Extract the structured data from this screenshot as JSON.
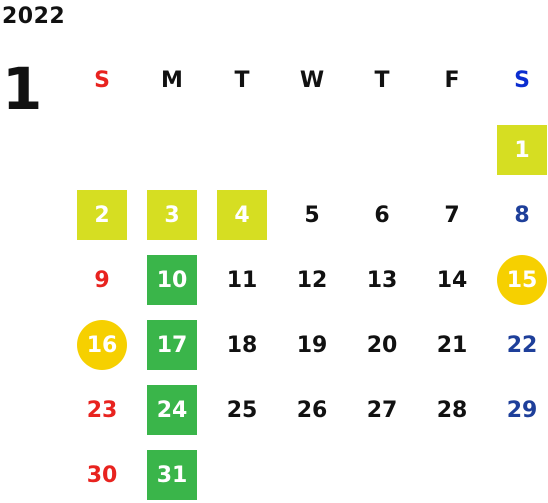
{
  "calendar": {
    "year": "2022",
    "month": "1",
    "weekdays": [
      "S",
      "M",
      "T",
      "W",
      "T",
      "F",
      "S"
    ],
    "colors": {
      "sunday": "#e8231f",
      "saturday_header": "#0b2dd0",
      "saturday": "#1e3f9a",
      "weekday": "#111111",
      "holiday_square": "#d6de22",
      "green_square": "#3ab54a",
      "yellow_circle": "#f6d000",
      "highlight_text": "#ffffff"
    },
    "days": [
      {
        "d": "1",
        "dow": 6,
        "week": 0,
        "style": "holiday_square"
      },
      {
        "d": "2",
        "dow": 0,
        "week": 1,
        "style": "holiday_square"
      },
      {
        "d": "3",
        "dow": 1,
        "week": 1,
        "style": "holiday_square"
      },
      {
        "d": "4",
        "dow": 2,
        "week": 1,
        "style": "holiday_square"
      },
      {
        "d": "5",
        "dow": 3,
        "week": 1,
        "style": "normal"
      },
      {
        "d": "6",
        "dow": 4,
        "week": 1,
        "style": "normal"
      },
      {
        "d": "7",
        "dow": 5,
        "week": 1,
        "style": "normal"
      },
      {
        "d": "8",
        "dow": 6,
        "week": 1,
        "style": "normal"
      },
      {
        "d": "9",
        "dow": 0,
        "week": 2,
        "style": "normal"
      },
      {
        "d": "10",
        "dow": 1,
        "week": 2,
        "style": "green_square"
      },
      {
        "d": "11",
        "dow": 2,
        "week": 2,
        "style": "normal"
      },
      {
        "d": "12",
        "dow": 3,
        "week": 2,
        "style": "normal"
      },
      {
        "d": "13",
        "dow": 4,
        "week": 2,
        "style": "normal"
      },
      {
        "d": "14",
        "dow": 5,
        "week": 2,
        "style": "normal"
      },
      {
        "d": "15",
        "dow": 6,
        "week": 2,
        "style": "yellow_circle"
      },
      {
        "d": "16",
        "dow": 0,
        "week": 3,
        "style": "yellow_circle"
      },
      {
        "d": "17",
        "dow": 1,
        "week": 3,
        "style": "green_square"
      },
      {
        "d": "18",
        "dow": 2,
        "week": 3,
        "style": "normal"
      },
      {
        "d": "19",
        "dow": 3,
        "week": 3,
        "style": "normal"
      },
      {
        "d": "20",
        "dow": 4,
        "week": 3,
        "style": "normal"
      },
      {
        "d": "21",
        "dow": 5,
        "week": 3,
        "style": "normal"
      },
      {
        "d": "22",
        "dow": 6,
        "week": 3,
        "style": "normal"
      },
      {
        "d": "23",
        "dow": 0,
        "week": 4,
        "style": "normal"
      },
      {
        "d": "24",
        "dow": 1,
        "week": 4,
        "style": "green_square"
      },
      {
        "d": "25",
        "dow": 2,
        "week": 4,
        "style": "normal"
      },
      {
        "d": "26",
        "dow": 3,
        "week": 4,
        "style": "normal"
      },
      {
        "d": "27",
        "dow": 4,
        "week": 4,
        "style": "normal"
      },
      {
        "d": "28",
        "dow": 5,
        "week": 4,
        "style": "normal"
      },
      {
        "d": "29",
        "dow": 6,
        "week": 4,
        "style": "normal"
      },
      {
        "d": "30",
        "dow": 0,
        "week": 5,
        "style": "normal"
      },
      {
        "d": "31",
        "dow": 1,
        "week": 5,
        "style": "green_square"
      }
    ]
  }
}
